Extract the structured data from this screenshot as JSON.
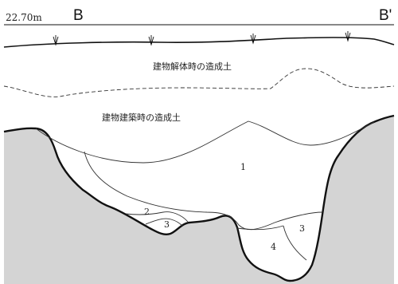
{
  "header": {
    "elevation": "22.70m",
    "section_start": "B",
    "section_end": "B'"
  },
  "layers": {
    "demolition_fill": "建物解体時の造成土",
    "construction_fill": "建物建築時の造成土"
  },
  "fill_numbers": [
    "1",
    "2",
    "3",
    "3",
    "4"
  ],
  "colors": {
    "natural_ground": "#d4d4d4",
    "line": "#111111",
    "background": "#ffffff"
  },
  "icons": {
    "grass_marker": "grass-tuft-icon"
  }
}
